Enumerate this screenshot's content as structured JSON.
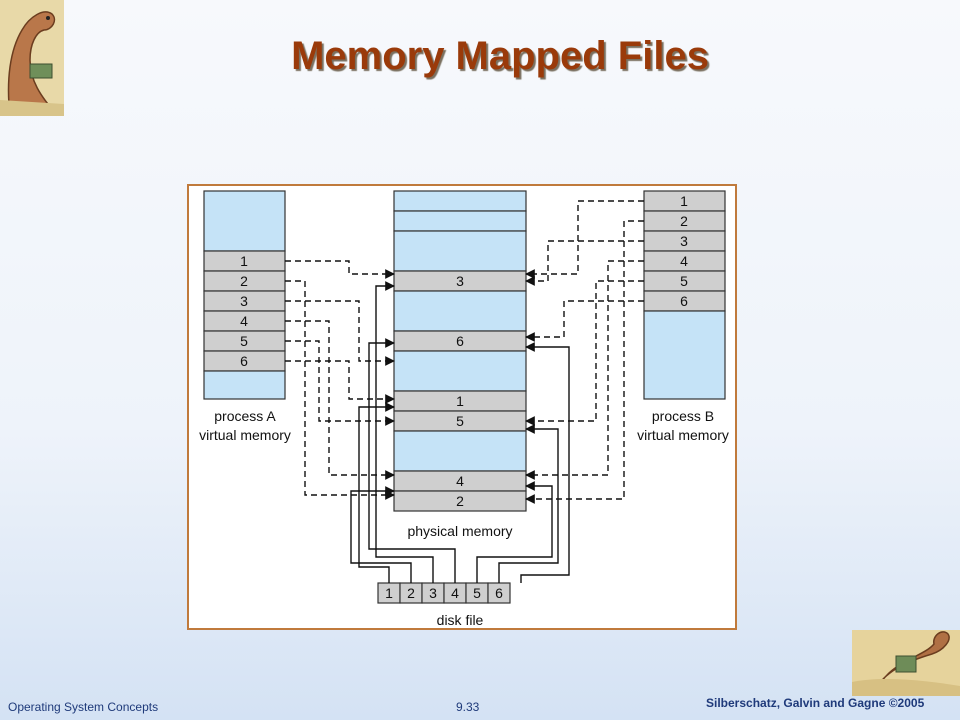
{
  "slide": {
    "title": "Memory Mapped Files",
    "footer_left": "Operating System Concepts",
    "footer_center": "9.33",
    "footer_right": "Silberschatz, Galvin and Gagne ©2005"
  },
  "colors": {
    "title": "#9a3a0a",
    "frame_border": "#c07a3c",
    "memory_blue": "#c5e3f7",
    "page_gray": "#cfcfcf",
    "footer_text": "#1f3a7a"
  },
  "diagram": {
    "process_a": {
      "caption_line1": "process A",
      "caption_line2": "virtual memory",
      "pages": [
        "1",
        "2",
        "3",
        "4",
        "5",
        "6"
      ]
    },
    "process_b": {
      "caption_line1": "process B",
      "caption_line2": "virtual memory",
      "pages": [
        "1",
        "2",
        "3",
        "4",
        "5",
        "6"
      ]
    },
    "physical_memory": {
      "caption": "physical memory",
      "frames": [
        "3",
        "6",
        "1",
        "5",
        "4",
        "2"
      ]
    },
    "disk_file": {
      "caption": "disk file",
      "blocks": [
        "1",
        "2",
        "3",
        "4",
        "5",
        "6"
      ]
    }
  }
}
